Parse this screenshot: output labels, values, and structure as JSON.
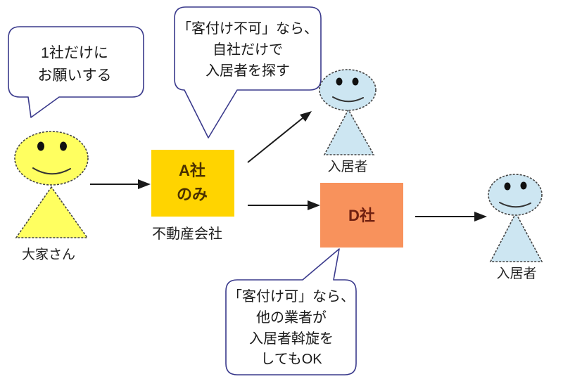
{
  "diagram": {
    "title_hint": "rental-brokerage-flow",
    "bubbles": {
      "owner_request": {
        "speaker": "owner",
        "lines": [
          "1社だけに",
          "お願いする"
        ]
      },
      "no_placement": {
        "speaker": "company_a",
        "lines": [
          "「客付け不可」なら、",
          "自社だけで",
          "入居者を探す"
        ]
      },
      "placement_ok": {
        "speaker": "company_d",
        "lines": [
          "「客付け可」なら、",
          "他の業者が",
          "入居者斡旋を",
          "してもOK"
        ]
      }
    },
    "nodes": {
      "owner": {
        "label": "大家さん",
        "fill": "#ffff60"
      },
      "company_a": {
        "lines": [
          "A社",
          "のみ"
        ],
        "fill": "#ffd400",
        "caption": "不動産会社"
      },
      "company_d": {
        "label": "D社",
        "fill": "#f8925c"
      },
      "tenant_top": {
        "label": "入居者",
        "fill": "#cde6f2"
      },
      "tenant_right": {
        "label": "入居者",
        "fill": "#cde6f2"
      }
    },
    "colors": {
      "bubble_border": "#3a3a8c",
      "arrow": "#1a1a1a",
      "figure_outline": "#444444",
      "company_a_text": "#4a3000",
      "company_d_text": "#702010",
      "background": "#ffffff"
    },
    "arrows": [
      {
        "name": "owner-to-company-a"
      },
      {
        "name": "company-a-to-tenant-top"
      },
      {
        "name": "company-a-to-company-d"
      },
      {
        "name": "company-d-to-tenant-right"
      }
    ]
  }
}
